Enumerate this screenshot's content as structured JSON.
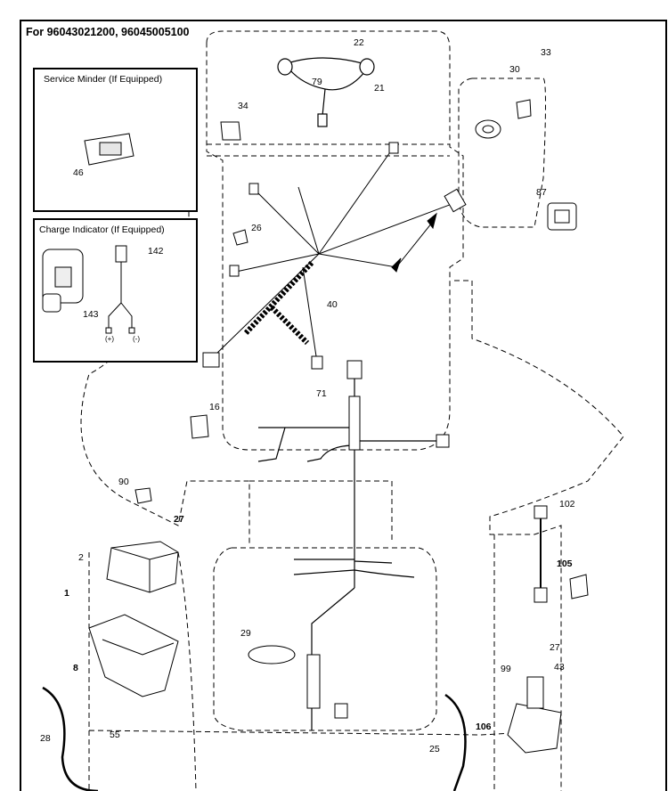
{
  "title": "For 96043021200, 96045005100",
  "boxes": {
    "service_minder": "Service Minder (If Equipped)",
    "charge_indicator": "Charge Indicator (If Equipped)"
  },
  "polarity": {
    "plus": "(+)",
    "minus": "(-)"
  },
  "parts": {
    "p22": "22",
    "p79": "79",
    "p21": "21",
    "p30": "30",
    "p33": "33",
    "p34": "34",
    "p46": "46",
    "p87": "87",
    "p26": "26",
    "p142": "142",
    "p40": "40",
    "p143": "143",
    "p71": "71",
    "p16": "16",
    "p90": "90",
    "p27a": "27",
    "p2": "2",
    "p1": "1",
    "p102": "102",
    "p105": "105",
    "p29": "29",
    "p8": "8",
    "p27b": "27",
    "p43": "43",
    "p99": "99",
    "p28": "28",
    "p55": "55",
    "p25": "25",
    "p106": "106"
  }
}
